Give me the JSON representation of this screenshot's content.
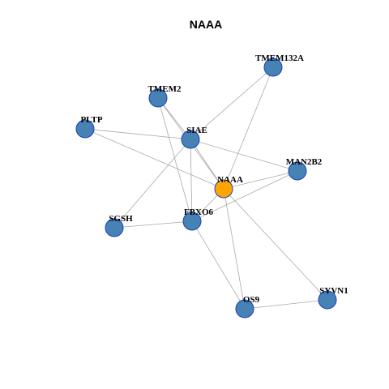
{
  "title": "NAAA",
  "colors": {
    "node_default": "#4682b4",
    "node_highlight": "#ffa500",
    "node_border": "#1f3fbf",
    "edge": "#aaaaaa"
  },
  "nodes": [
    {
      "id": "TMEM132A",
      "label": "TMEM132A",
      "highlight": false
    },
    {
      "id": "TMEM2",
      "label": "TMEM2",
      "highlight": false
    },
    {
      "id": "PLTP",
      "label": "PLTP",
      "highlight": false
    },
    {
      "id": "SIAE",
      "label": "SIAE",
      "highlight": false
    },
    {
      "id": "MAN2B2",
      "label": "MAN2B2",
      "highlight": false
    },
    {
      "id": "NAAA",
      "label": "NAAA",
      "highlight": true
    },
    {
      "id": "SGSH",
      "label": "SGSH",
      "highlight": false
    },
    {
      "id": "FBXO6",
      "label": "FBXO6",
      "highlight": false
    },
    {
      "id": "SYVN1",
      "label": "SYVN1",
      "highlight": false
    },
    {
      "id": "OS9",
      "label": "OS9",
      "highlight": false
    }
  ],
  "edges": [
    [
      "TMEM132A",
      "SIAE"
    ],
    [
      "TMEM132A",
      "NAAA"
    ],
    [
      "TMEM2",
      "SIAE"
    ],
    [
      "TMEM2",
      "NAAA"
    ],
    [
      "TMEM2",
      "FBXO6"
    ],
    [
      "PLTP",
      "SIAE"
    ],
    [
      "PLTP",
      "NAAA"
    ],
    [
      "SIAE",
      "NAAA"
    ],
    [
      "SIAE",
      "MAN2B2"
    ],
    [
      "SIAE",
      "FBXO6"
    ],
    [
      "SIAE",
      "SGSH"
    ],
    [
      "MAN2B2",
      "NAAA"
    ],
    [
      "MAN2B2",
      "FBXO6"
    ],
    [
      "NAAA",
      "FBXO6"
    ],
    [
      "NAAA",
      "OS9"
    ],
    [
      "NAAA",
      "SYVN1"
    ],
    [
      "SGSH",
      "FBXO6"
    ],
    [
      "FBXO6",
      "OS9"
    ],
    [
      "OS9",
      "SYVN1"
    ]
  ]
}
